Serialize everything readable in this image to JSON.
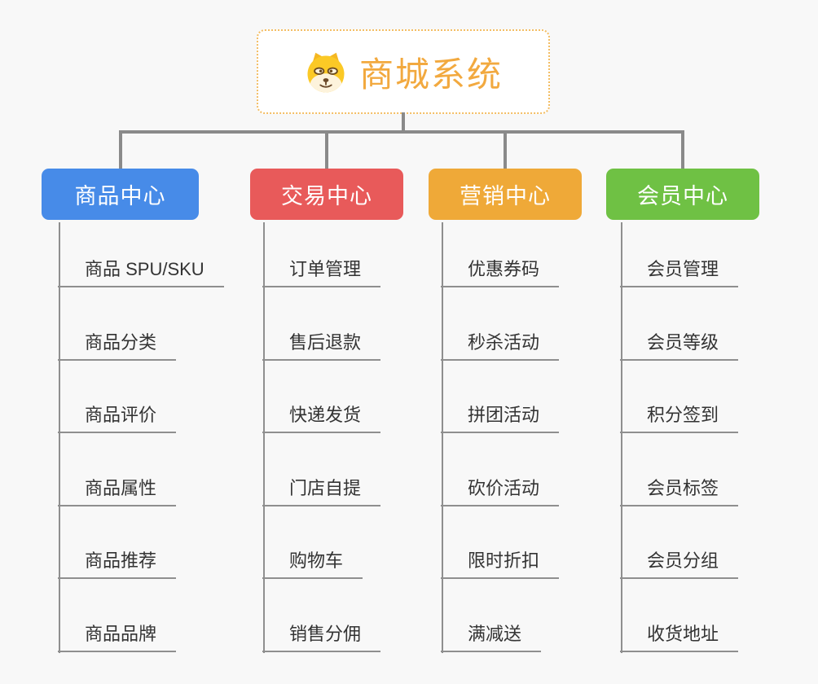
{
  "page": {
    "background": "#f8f8f8"
  },
  "colors": {
    "connector": "#8a8a8a",
    "leaf_underline": "#8f8f8f",
    "root_border": "#f3bd63",
    "root_text": "#f2a93f"
  },
  "root": {
    "title": "商城系统",
    "icon": "dog-face-icon"
  },
  "branches": [
    {
      "label": "商品中心",
      "color": "#478be8",
      "children": [
        "商品 SPU/SKU",
        "商品分类",
        "商品评价",
        "商品属性",
        "商品推荐",
        "商品品牌"
      ]
    },
    {
      "label": "交易中心",
      "color": "#e85a5a",
      "children": [
        "订单管理",
        "售后退款",
        "快递发货",
        "门店自提",
        "购物车",
        "销售分佣"
      ]
    },
    {
      "label": "营销中心",
      "color": "#efa938",
      "children": [
        "优惠券码",
        "秒杀活动",
        "拼团活动",
        "砍价活动",
        "限时折扣",
        "满减送"
      ]
    },
    {
      "label": "会员中心",
      "color": "#6fc144",
      "children": [
        "会员管理",
        "会员等级",
        "积分签到",
        "会员标签",
        "会员分组",
        "收货地址"
      ]
    }
  ]
}
